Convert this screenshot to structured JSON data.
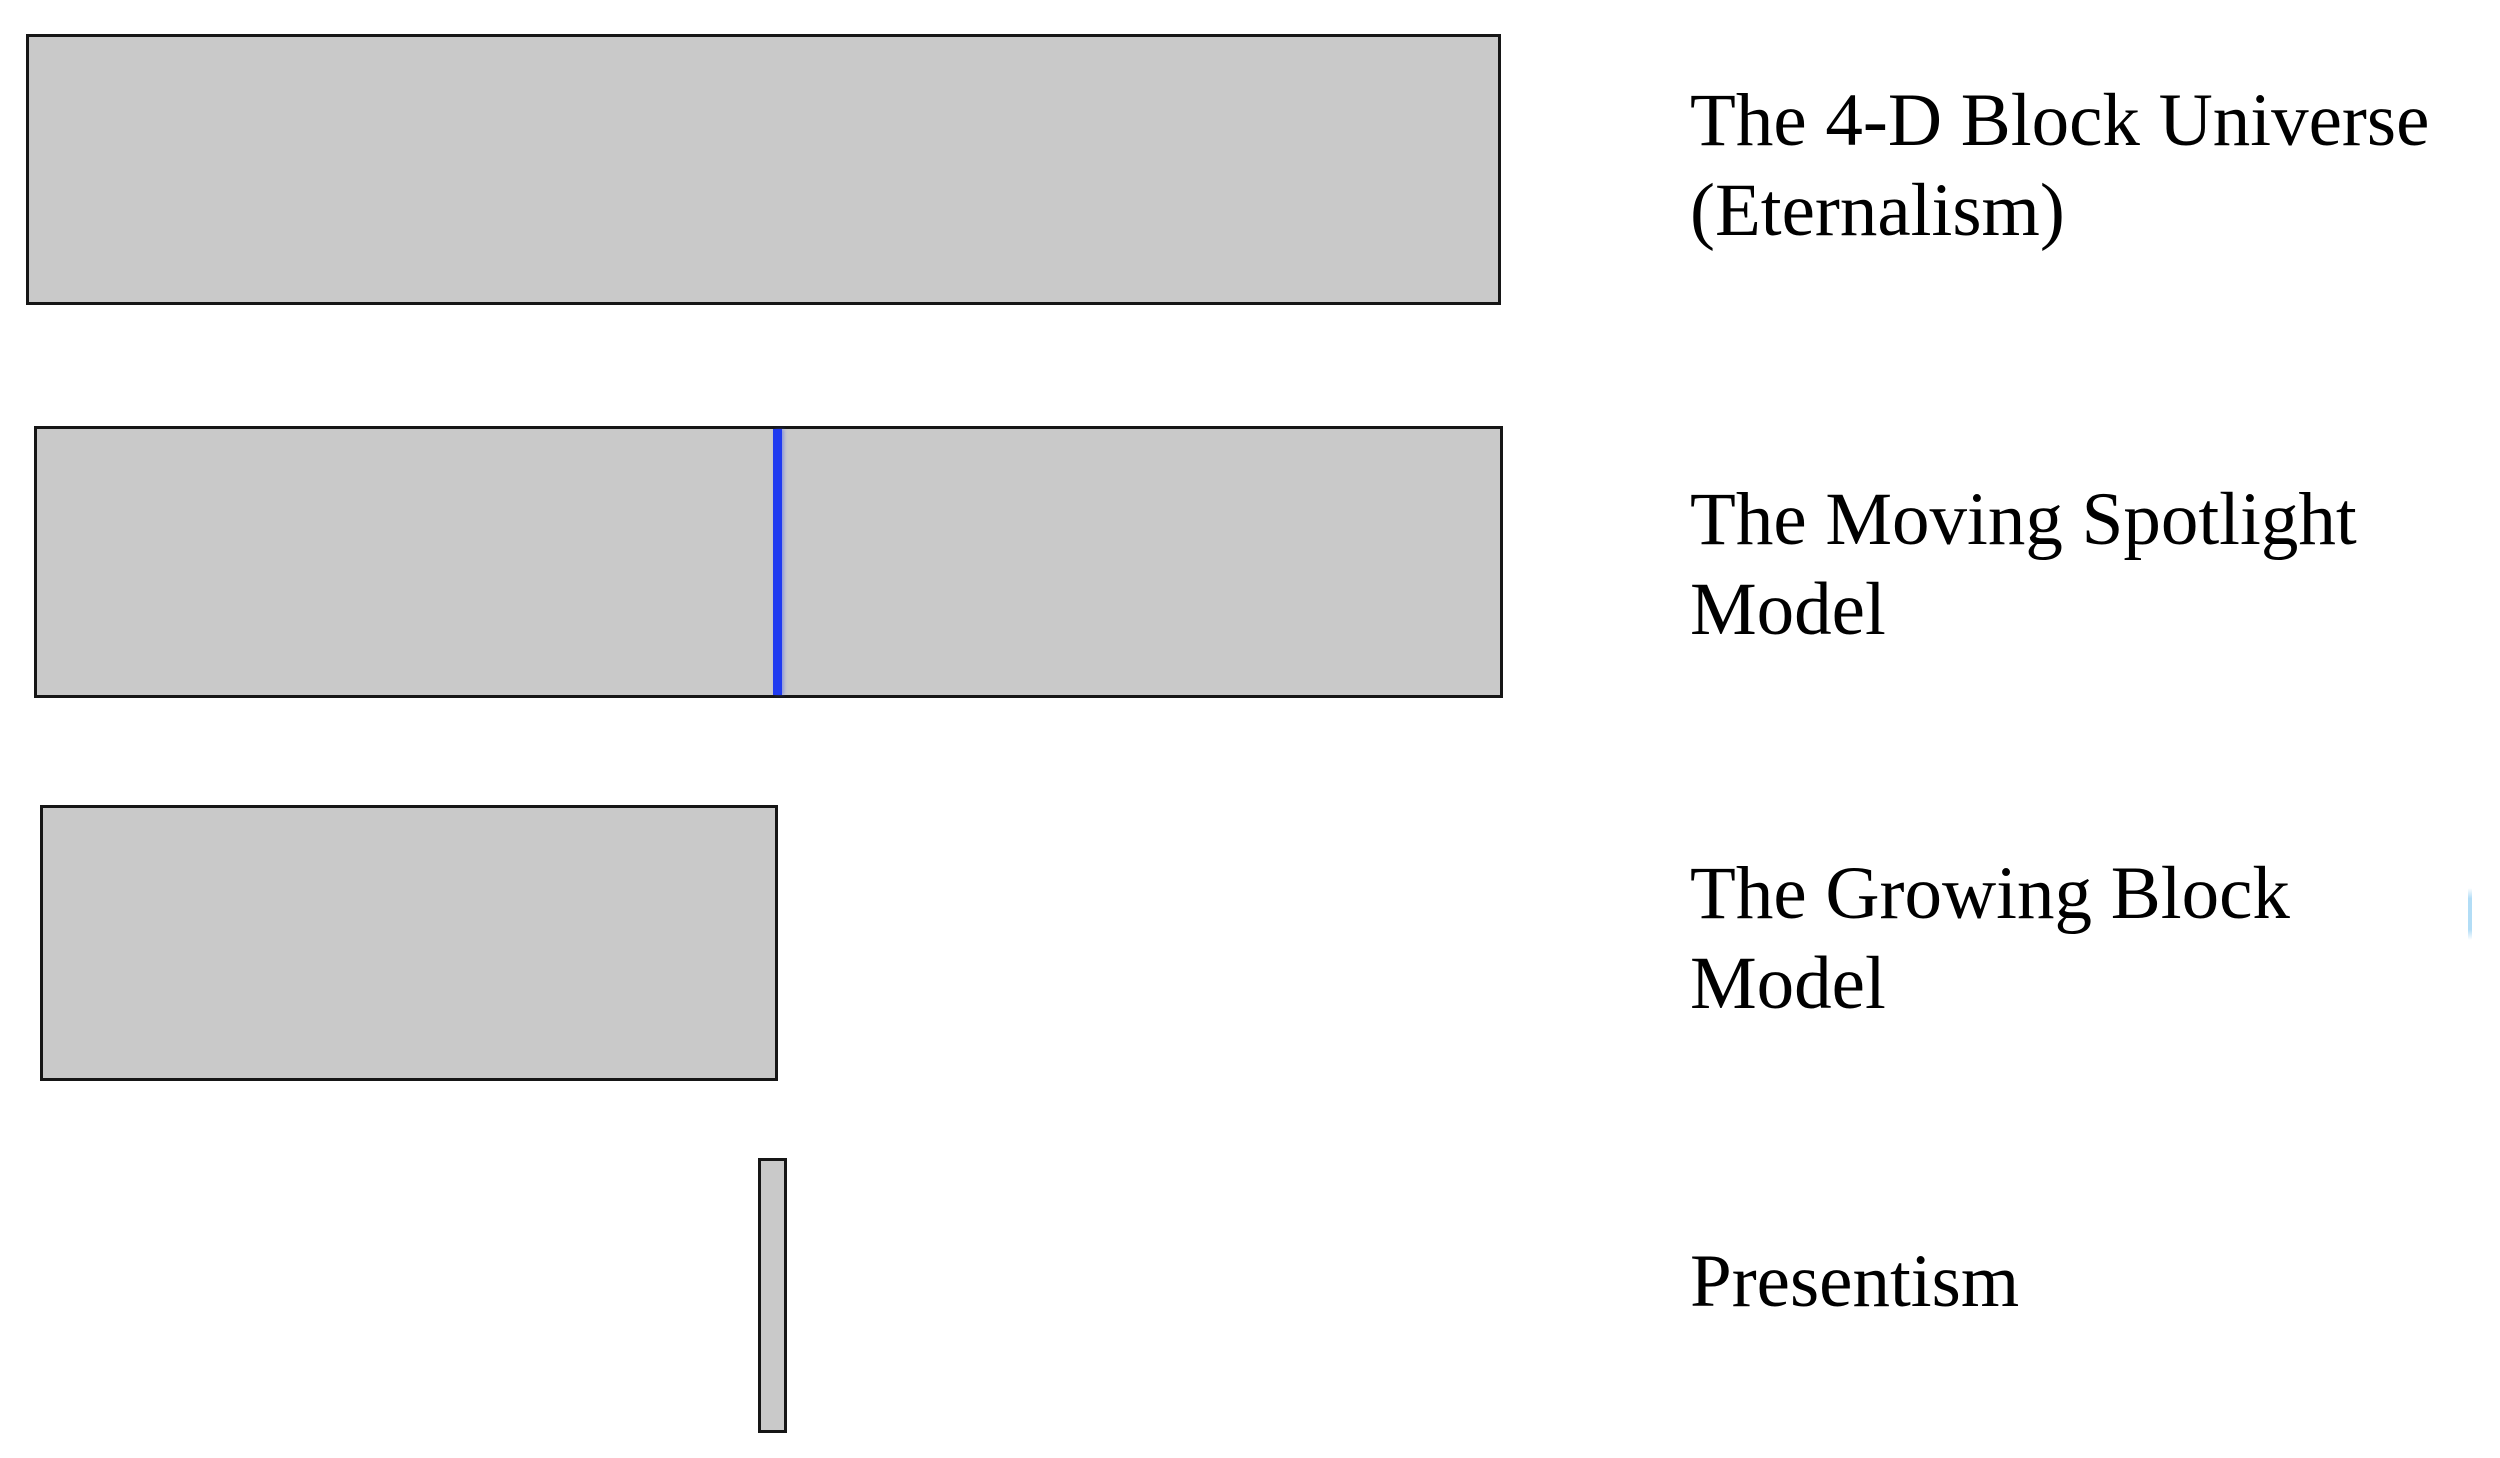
{
  "figure": {
    "description_rows": [
      {
        "id": "eternalism",
        "label": "The 4-D Block Universe (Eternalism)",
        "label_lines": [
          "The 4-D Block Universe",
          "(Eternalism)"
        ],
        "bar": "full-width gray block"
      },
      {
        "id": "moving-spotlight",
        "label": "The Moving Spotlight Model",
        "label_lines": [
          "The Moving Spotlight",
          "Model"
        ],
        "bar": "full-width gray block with blue present-moment line"
      },
      {
        "id": "growing-block",
        "label": "The Growing Block Model",
        "label_lines": [
          "The Growing Block",
          "Model"
        ],
        "bar": "half-width gray block ending at the present moment"
      },
      {
        "id": "presentism",
        "label": "Presentism",
        "label_lines": [
          "Presentism"
        ],
        "bar": "thin gray sliver at the present moment"
      }
    ]
  },
  "colors": {
    "background": "#ffffff",
    "bar_fill": "#c9c9c9",
    "bar_border": "#161616",
    "present_moment_blue": "#1f3af0",
    "text": "#000000",
    "artifact_light_blue": "#a5d7f5"
  }
}
